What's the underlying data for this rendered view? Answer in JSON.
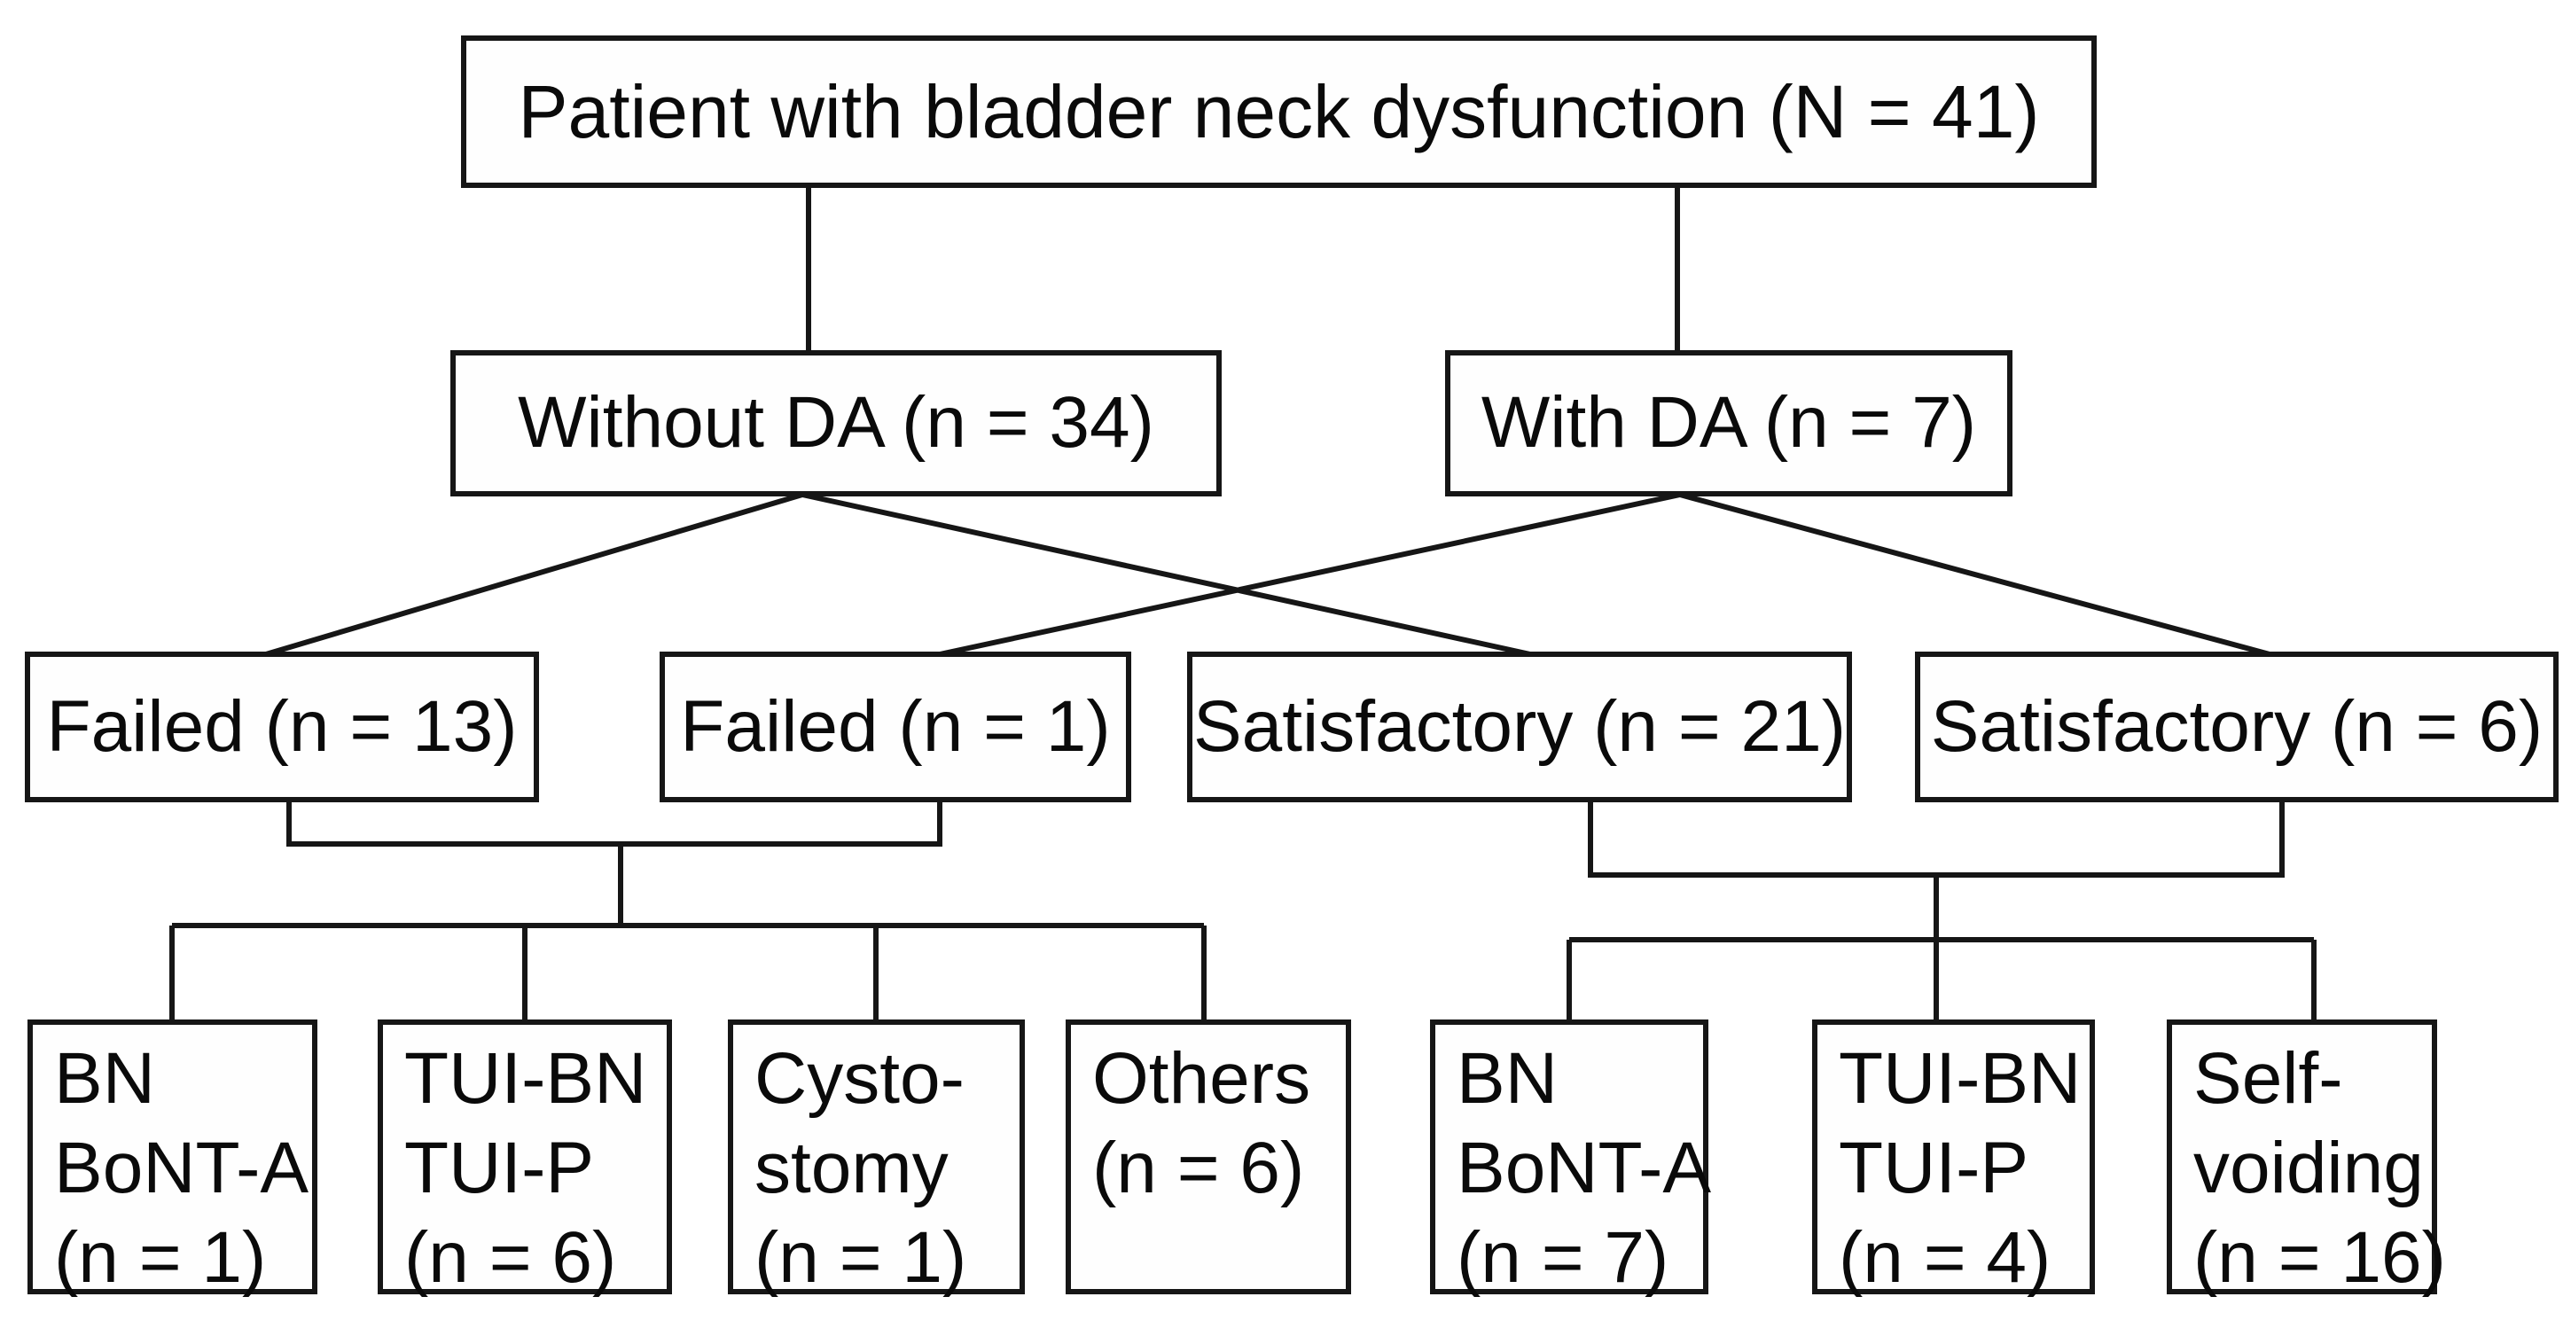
{
  "figure": {
    "background": "#ffffff",
    "box_fill": "#fefefe",
    "box_border_color": "#161616",
    "line_color": "#161616",
    "text_color": "#0a0a0a",
    "nodes": {
      "root": {
        "label": "Patient with bladder neck dysfunction (N = 41)"
      },
      "without_da": {
        "label": "Without DA (n = 34)"
      },
      "with_da": {
        "label": "With DA (n = 7)"
      },
      "failed_without_da": {
        "label": "Failed (n = 13)"
      },
      "failed_with_da": {
        "label": "Failed (n = 1)"
      },
      "satisfactory_without_da": {
        "label": "Satisfactory (n = 21)"
      },
      "satisfactory_with_da": {
        "label": "Satisfactory (n = 6)"
      },
      "failed_bn_bont_a": {
        "lines": [
          "BN",
          "BoNT-A",
          "(n = 1)"
        ]
      },
      "failed_tui_bn_tui_p": {
        "lines": [
          "TUI-BN",
          "TUI-P",
          "(n = 6)"
        ]
      },
      "failed_cystostomy": {
        "lines": [
          "Cysto-",
          "stomy",
          "(n = 1)"
        ]
      },
      "failed_others": {
        "lines": [
          "Others",
          "(n = 6)"
        ]
      },
      "satisfactory_bn_bont_a": {
        "lines": [
          "BN",
          "BoNT-A",
          "(n = 7)"
        ]
      },
      "satisfactory_tui_bn_tui_p": {
        "lines": [
          "TUI-BN",
          "TUI-P",
          "(n = 4)"
        ]
      },
      "satisfactory_self_voiding": {
        "lines": [
          "Self-",
          "voiding",
          "(n = 16)"
        ]
      }
    },
    "edges": [
      {
        "from": "root",
        "to": "without_da"
      },
      {
        "from": "root",
        "to": "with_da"
      },
      {
        "from": "without_da",
        "to": "failed_without_da"
      },
      {
        "from": "without_da",
        "to": "satisfactory_without_da"
      },
      {
        "from": "with_da",
        "to": "failed_with_da"
      },
      {
        "from": "with_da",
        "to": "satisfactory_with_da"
      }
    ],
    "edge_groups": [
      {
        "parents": [
          "failed_without_da",
          "failed_with_da"
        ],
        "children": [
          "failed_bn_bont_a",
          "failed_tui_bn_tui_p",
          "failed_cystostomy",
          "failed_others"
        ]
      },
      {
        "parents": [
          "satisfactory_without_da",
          "satisfactory_with_da"
        ],
        "children": [
          "satisfactory_bn_bont_a",
          "satisfactory_tui_bn_tui_p",
          "satisfactory_self_voiding"
        ]
      }
    ]
  }
}
